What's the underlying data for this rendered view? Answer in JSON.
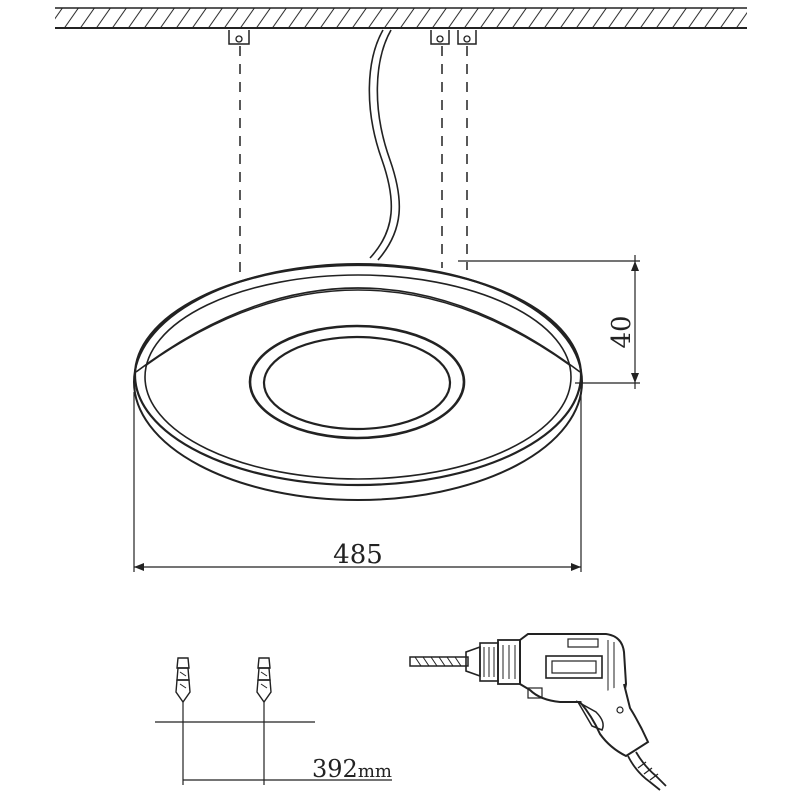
{
  "dimensions": {
    "diameter": "485",
    "height": "40",
    "hole_spacing_value": "392",
    "hole_spacing_unit": "mm"
  },
  "icons": {
    "ceiling": "hatched-ceiling-icon",
    "mount": "mounting-bracket-icon",
    "anchor": "wall-plug-anchor-icon",
    "drill": "power-drill-icon"
  },
  "colors": {
    "line": "#222222",
    "background": "#ffffff"
  }
}
